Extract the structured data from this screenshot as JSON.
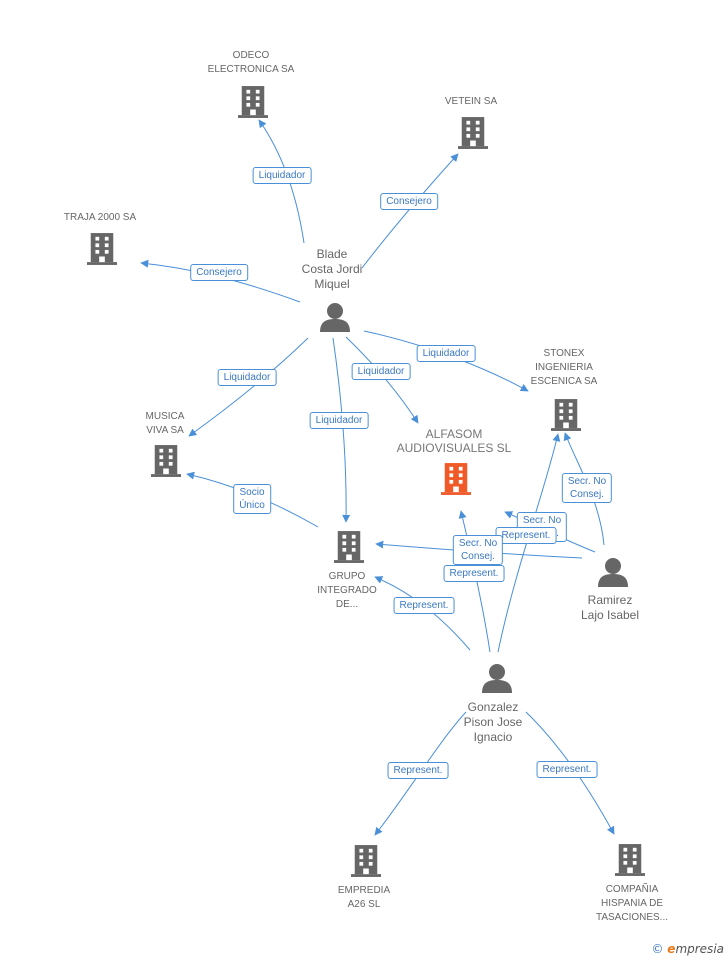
{
  "colors": {
    "edge": "#4a90d9",
    "building": "#666666",
    "building_highlight": "#f05a28",
    "person": "#666666"
  },
  "nodes": {
    "odeco": {
      "label": "ODECO\nELECTRONICA SA",
      "type": "company"
    },
    "vetein": {
      "label": "VETEIN SA",
      "type": "company"
    },
    "traja": {
      "label": "TRAJA 2000 SA",
      "type": "company"
    },
    "blade": {
      "label": "Blade\nCosta Jordi\nMiquel",
      "type": "person"
    },
    "stonex": {
      "label": "STONEX\nINGENIERIA\nESCENICA SA",
      "type": "company"
    },
    "musica": {
      "label": "MUSICA\nVIVA SA",
      "type": "company"
    },
    "alfasom": {
      "label": "ALFASOM\nAUDIOVISUALES SL",
      "type": "company-main"
    },
    "grupo": {
      "label": "GRUPO\nINTEGRADO\nDE...",
      "type": "company"
    },
    "ramirez": {
      "label": "Ramirez\nLajo Isabel",
      "type": "person"
    },
    "gonzalez": {
      "label": "Gonzalez\nPison Jose\nIgnacio",
      "type": "person"
    },
    "empredia": {
      "label": "EMPREDIA\nA26 SL",
      "type": "company"
    },
    "compania": {
      "label": "COMPAÑIA\nHISPANIA DE\nTASACIONES...",
      "type": "company"
    }
  },
  "edge_labels": {
    "blade_odeco": "Liquidador",
    "blade_vetein": "Consejero",
    "blade_traja": "Consejero",
    "blade_stonex": "Liquidador",
    "blade_alfasom": "Liquidador",
    "blade_musica": "Liquidador",
    "blade_grupo": "Liquidador",
    "grupo_musica": "Socio\nÚnico",
    "ramirez_stonex": "Secr. No\nConsej.",
    "ramirez_alfasom": "Secr. No\nConsej.",
    "ramirez_grupo": "Represent.",
    "gonzalez_alfasom_secr": "Secr. No\nConsej.",
    "gonzalez_alfasom_rep": "Represent.",
    "gonzalez_grupo": "Represent.",
    "gonzalez_empredia": "Represent.",
    "gonzalez_compania": "Represent."
  },
  "footer": {
    "copyright": "©",
    "brand_initial": "e",
    "brand_rest": "mpresia"
  }
}
